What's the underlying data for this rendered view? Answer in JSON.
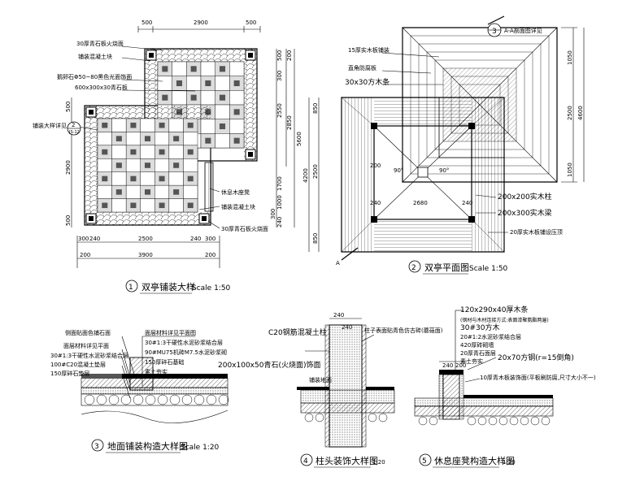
{
  "plan1": {
    "top_dims": [
      "500",
      "2900",
      "500"
    ],
    "right_dims_a": [
      "500",
      "300",
      "200"
    ],
    "right_dims_b": [
      "2550",
      "2850",
      "5600"
    ],
    "right_dims_c": [
      "1700",
      "1000",
      "300",
      "240"
    ],
    "left_dims": [
      "500",
      "2900",
      "500"
    ],
    "bottom_dims_1": [
      "300",
      "240",
      "2500",
      "240",
      "300"
    ],
    "bottom_dims_2": [
      "200",
      "3900",
      "200"
    ],
    "notes_left": [
      "30厚青石板火烧面",
      "铺装混凝土块",
      "鹅卵石Φ50~80黑色光面饰面",
      "600x300x30青石板",
      "铺装大样详见"
    ],
    "notes_right": [
      "休息木座凳",
      "铺装混凝土块",
      "30厚青石板火烧面"
    ],
    "detail_ref_num": "2",
    "detail_ref_code": "JS-12",
    "title_num": "1",
    "title": "双亭铺装大样",
    "scale": "Scale 1:50"
  },
  "plan2": {
    "ref_num": "3",
    "ref_title": "A-A剖面图详见",
    "notes_top": [
      "15厚实木板铺装",
      "直角防腐板",
      "30x30方木条"
    ],
    "right_dims": [
      "1050",
      "2500",
      "1050",
      "4600"
    ],
    "left_dims": [
      "850",
      "2500",
      "850",
      "4200"
    ],
    "inner_dims": [
      "200",
      "90°",
      "240",
      "2680",
      "240",
      "90°"
    ],
    "notes_right": [
      "200x200实木柱",
      "200x300实木梁",
      "20厚实木板铺设压顶"
    ],
    "section_mark": "A",
    "title_num": "2",
    "title": "双亭平面图",
    "scale": "Scale 1:50"
  },
  "detail3": {
    "notes_left": [
      "侧面贴面色铺石面",
      "面层材料详见平面",
      "30#1:3干硬性水泥砂浆结合层",
      "100#C20混凝土垫层",
      "150厚碎石垫层"
    ],
    "notes_right": [
      "面层材料详见平面图",
      "30#1:3干硬性水泥砂浆结合层",
      "90#MU75机砖M7.5水泥砂浆砌",
      "150厚碎石基础",
      "素土夯实"
    ],
    "title_num": "3",
    "title": "地面铺装构造大样图",
    "scale": "Scale 1:20"
  },
  "detail4": {
    "top_dims": [
      "240",
      "240"
    ],
    "labels_left": [
      "C20钢筋混凝土柱",
      "200x100x50青石(火烧面)饰面",
      "铺装地面"
    ],
    "label_right": "柱子表面贴青色仿古砖(蘑菇面)",
    "title_num": "4",
    "title": "柱头装饰大样图",
    "scale": "1:20"
  },
  "detail5": {
    "notes": [
      "120x290x40厚木条",
      "(钢材与木材连接方式:表面漆聚氨酯两遍)",
      "30#30方木",
      "20#1:2水泥砂浆结合层",
      "420厚砖砌墙",
      "20厚青石面层",
      "素土夯实"
    ],
    "note_right": "20x70方钢(r=15倒角)",
    "note_mid": "10厚青木板装饰面(平板刷防腐,尺寸大小不一)",
    "top_dims": [
      "240",
      "200"
    ],
    "title_num": "5",
    "title": "休息座凳构造大样图",
    "scale": "1:20"
  }
}
